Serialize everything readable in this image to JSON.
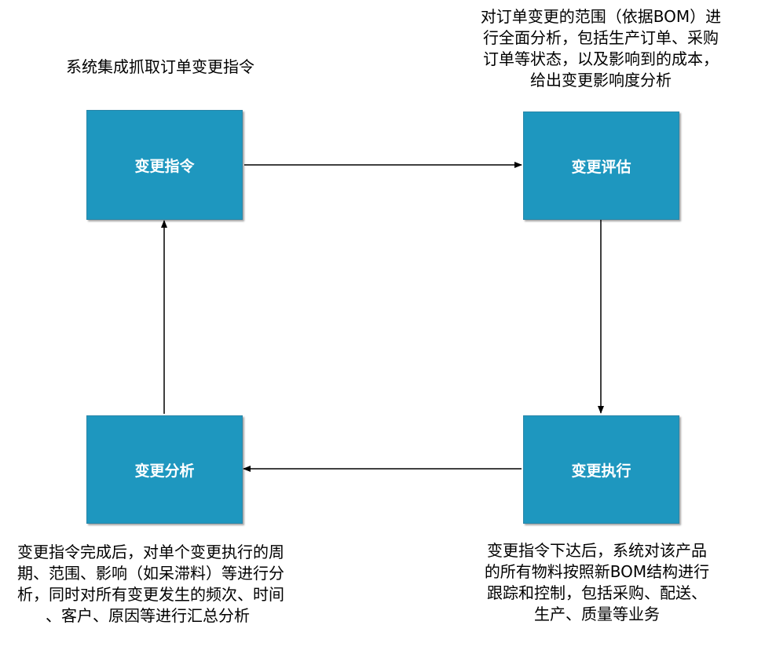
{
  "boxes": {
    "command": "变更指令",
    "evaluate": "变更评估",
    "execute": "变更执行",
    "analyze": "变更分析"
  },
  "captions": {
    "top_left": [
      "系统集成抓取订单变更指令"
    ],
    "top_right": [
      "对订单变更的范围（依据BOM）进",
      "行全面分析，包括生产订单、采购",
      "订单等状态，以及影响到的成本，",
      "给出变更影响度分析"
    ],
    "bottom_right": [
      "变更指令下达后，系统对该产品",
      "的所有物料按照新BOM结构进行",
      "跟踪和控制，包括采购、配送、",
      "生产、质量等业务"
    ],
    "bottom_left": [
      "变更指令完成后，对单个变更执行的周",
      "期、范围、影响（如呆滞料）等进行分",
      "析，同时对所有变更发生的频次、时间",
      "、客户、原因等进行汇总分析"
    ]
  },
  "colors": {
    "box_fill": "#1e97bf",
    "box_text": "#ffffff",
    "arrow": "#000000"
  }
}
